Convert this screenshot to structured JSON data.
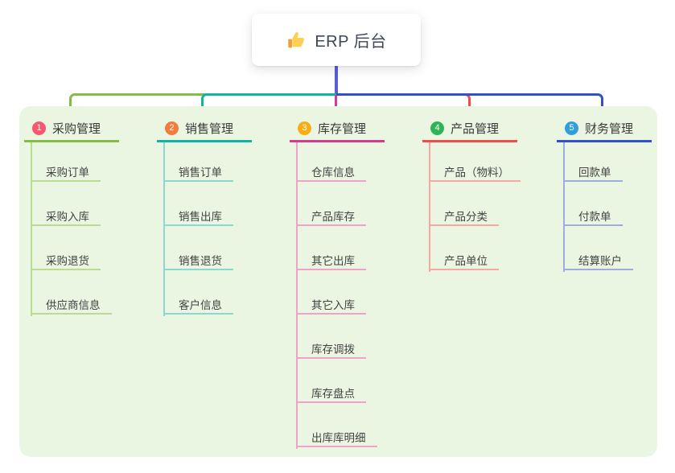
{
  "root": {
    "icon": "thumbs-up",
    "label": "ERP 后台"
  },
  "theme": {
    "page_bg": "#ffffff",
    "panel_bg": "#eaf6e2",
    "root_line_color": "#575fd1"
  },
  "branches": [
    {
      "index": "1",
      "label": "采购管理",
      "badge_color": "#f9576e",
      "line_color": "#85bb47",
      "child_line_color": "#b9db92",
      "children": [
        "采购订单",
        "采购入库",
        "采购退货",
        "供应商信息"
      ]
    },
    {
      "index": "2",
      "label": "销售管理",
      "badge_color": "#f57a3d",
      "line_color": "#12b2a4",
      "child_line_color": "#8ad8cf",
      "children": [
        "销售订单",
        "销售出库",
        "销售退货",
        "客户信息"
      ]
    },
    {
      "index": "3",
      "label": "库存管理",
      "badge_color": "#f9ad14",
      "line_color": "#d13b90",
      "child_line_color": "#f0a2c8",
      "children": [
        "仓库信息",
        "产品库存",
        "其它出库",
        "其它入库",
        "库存调拨",
        "库存盘点",
        "出库库明细"
      ]
    },
    {
      "index": "4",
      "label": "产品管理",
      "badge_color": "#2eb454",
      "line_color": "#f14c4c",
      "child_line_color": "#f8a7a4",
      "children": [
        "产品（物料）",
        "产品分类",
        "产品单位"
      ]
    },
    {
      "index": "5",
      "label": "财务管理",
      "badge_color": "#2e9fd9",
      "line_color": "#3051c7",
      "child_line_color": "#9cadde",
      "children": [
        "回款单",
        "付款单",
        "结算账户"
      ]
    }
  ]
}
